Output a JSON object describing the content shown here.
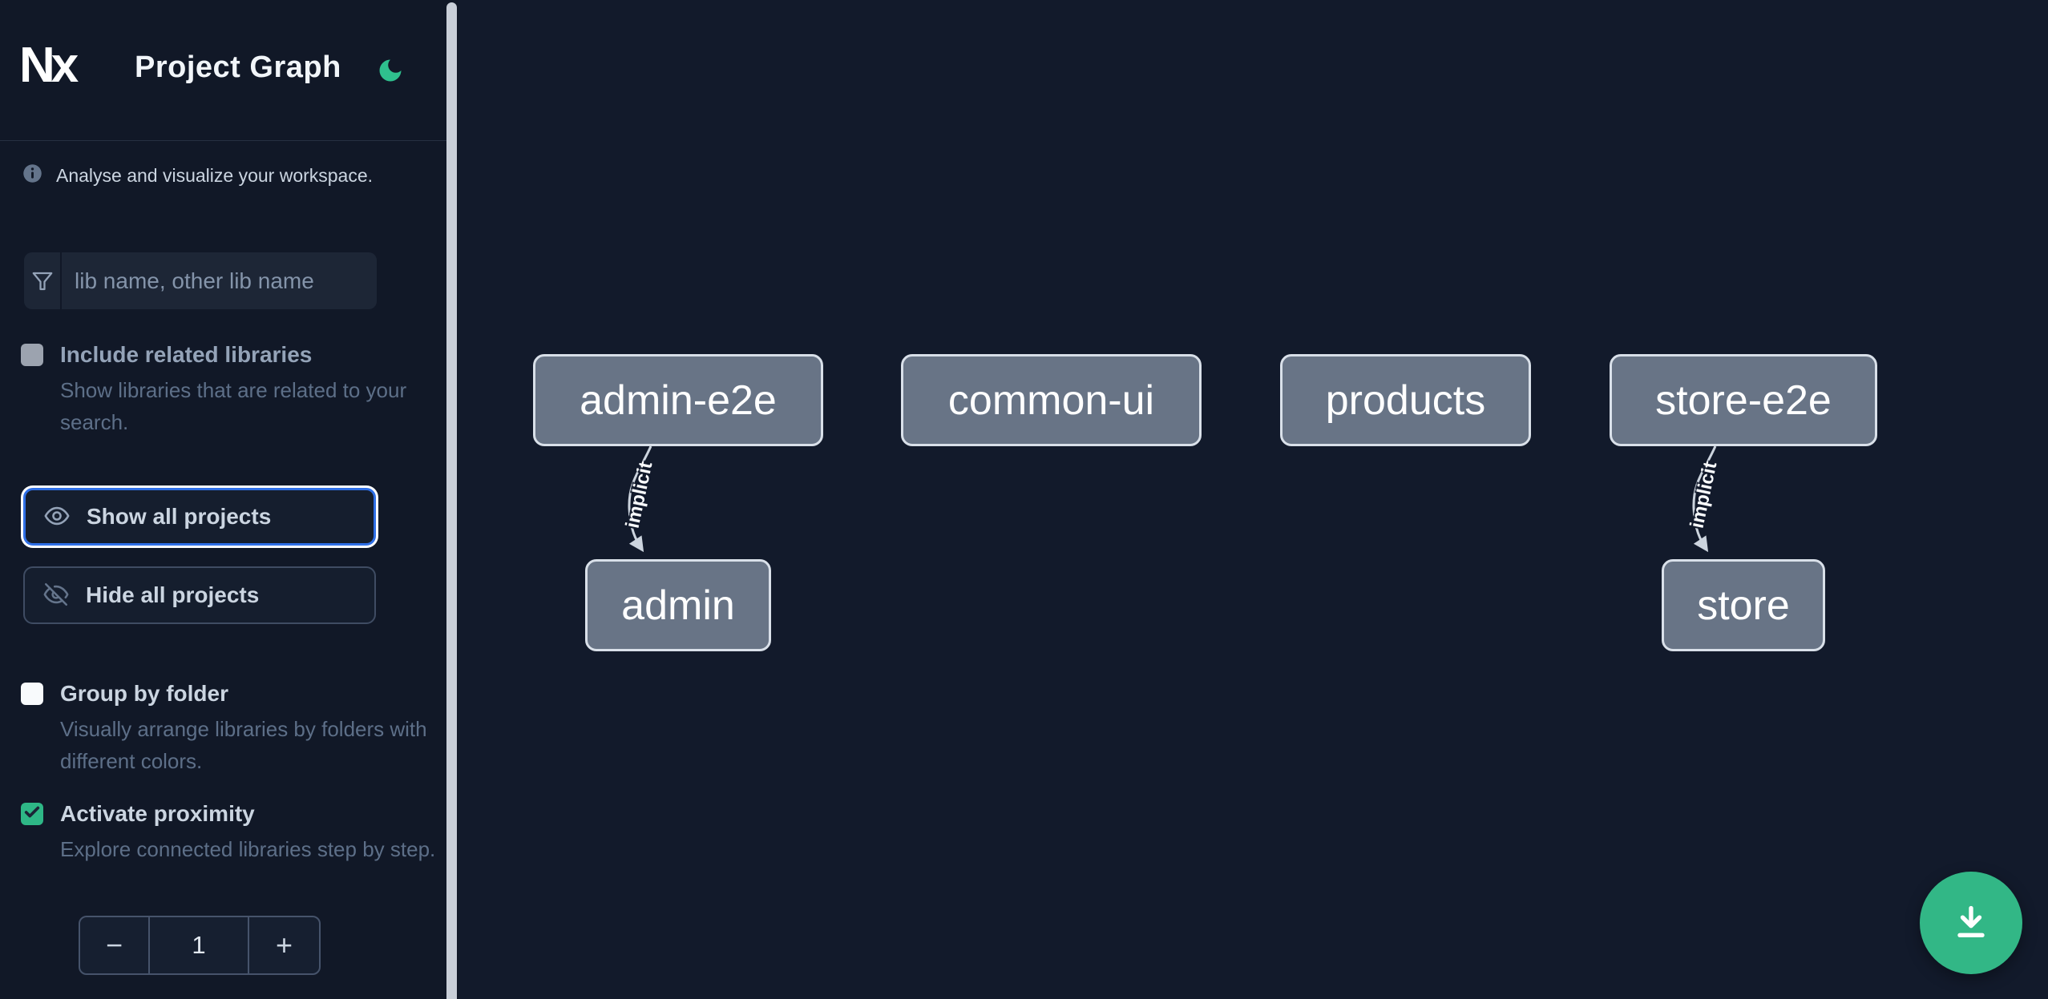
{
  "header": {
    "logo_text": "Nx",
    "title": "Project Graph"
  },
  "sidebar": {
    "info": "Analyse and visualize your workspace.",
    "search": {
      "placeholder": "lib name, other lib name"
    },
    "checkboxes": [
      {
        "label": "Include related libraries",
        "description": "Show libraries that are related to your search.",
        "checked": false
      },
      {
        "label": "Group by folder",
        "description": "Visually arrange libraries by folders with different colors.",
        "checked": false
      },
      {
        "label": "Activate proximity",
        "description": "Explore connected libraries step by step.",
        "checked": true
      }
    ],
    "buttons": {
      "show_all": "Show all projects",
      "hide_all": "Hide all projects"
    },
    "stepper": {
      "decrement": "−",
      "value": "1",
      "increment": "+"
    }
  },
  "graph": {
    "nodes": [
      {
        "label": "admin-e2e"
      },
      {
        "label": "common-ui"
      },
      {
        "label": "products"
      },
      {
        "label": "store-e2e"
      },
      {
        "label": "admin"
      },
      {
        "label": "store"
      }
    ],
    "edges": [
      {
        "source": "admin-e2e",
        "target": "admin",
        "label": "implicit"
      },
      {
        "source": "store-e2e",
        "target": "store",
        "label": "implicit"
      }
    ]
  },
  "icons": {
    "theme_toggle": "moon-icon",
    "info": "info-circle-icon",
    "search": "filter-funnel-icon",
    "show_all": "eye-icon",
    "hide_all": "eye-off-icon",
    "fab": "download-icon"
  },
  "colors": {
    "sidebar_bg": "#111827",
    "canvas_bg": "#121a2b",
    "accent_green": "#32b786",
    "moon_green": "#2fc08e",
    "focus_blue": "#2f6fe6",
    "node_fill": "#687486",
    "node_border": "#d9e0e9",
    "checkbox_checked": "#2eb786"
  }
}
